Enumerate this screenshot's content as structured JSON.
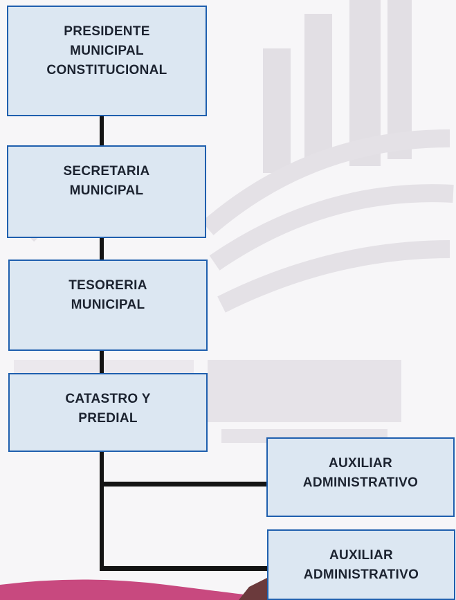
{
  "org_chart": {
    "president": {
      "lines": [
        "PRESIDENTE",
        "MUNICIPAL",
        "CONSTITUCIONAL"
      ]
    },
    "secretary": {
      "lines": [
        "SECRETARIA",
        "MUNICIPAL"
      ]
    },
    "treasury": {
      "lines": [
        "TESORERIA",
        "MUNICIPAL"
      ]
    },
    "cadastre": {
      "lines": [
        "CATASTRO Y",
        "PREDIAL"
      ]
    },
    "assistant_1": {
      "lines": [
        "AUXILIAR",
        "ADMINISTRATIVO"
      ]
    },
    "assistant_2": {
      "lines": [
        "AUXILIAR",
        "ADMINISTRATIVO"
      ]
    }
  },
  "colors": {
    "box_fill": "#dce7f2",
    "box_border": "#1f5fae",
    "connector": "#141414",
    "watermark": "#dcd9de",
    "accent_bottom": "#c02a6a"
  }
}
